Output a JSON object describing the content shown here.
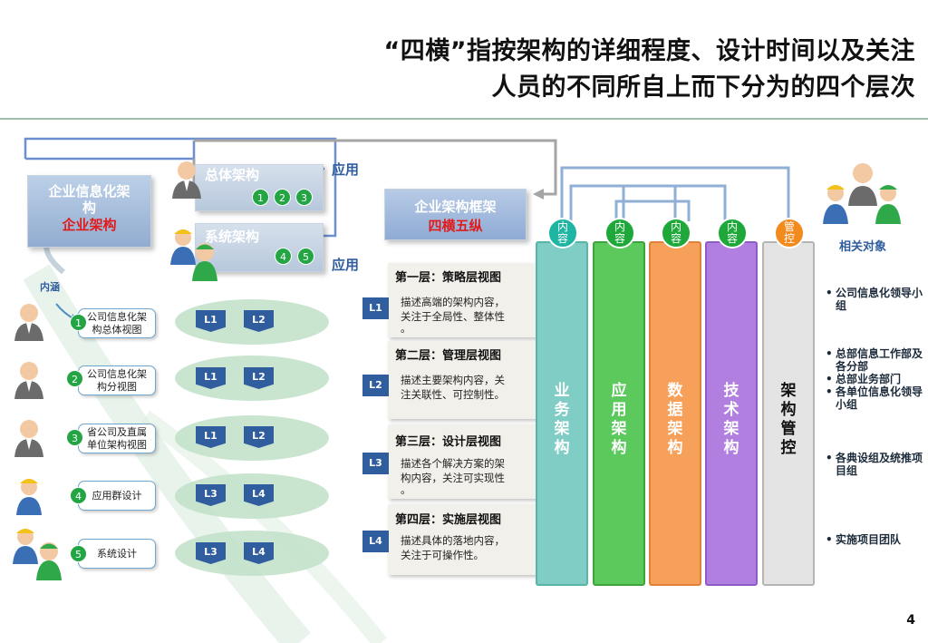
{
  "title": {
    "line1": "“四横”指按架构的详细程度、设计时间以及关注",
    "line2": "人员的不同所自上而下分为的四个层次"
  },
  "page_number": "4",
  "concept": {
    "main_line1": "企业信息化架",
    "main_line2": "构",
    "main_sub": "企业架构",
    "overall": "总体架构",
    "system": "系统架构",
    "framework": "企业架构框架",
    "framework_sub": "四横五纵",
    "apply1": "应用",
    "apply2": "应用",
    "connotation": "内涵",
    "overall_nums": [
      "1",
      "2",
      "3"
    ],
    "system_nums": [
      "4",
      "5"
    ]
  },
  "views": [
    {
      "num": "1",
      "label_lines": [
        "公司信息化架",
        "构总体视图"
      ],
      "l_a": "L1",
      "l_b": "L2"
    },
    {
      "num": "2",
      "label_lines": [
        "公司信息化架",
        "构分视图"
      ],
      "l_a": "L1",
      "l_b": "L2"
    },
    {
      "num": "3",
      "label_lines": [
        "省公司及直属",
        "单位架构视图"
      ],
      "l_a": "L1",
      "l_b": "L2"
    },
    {
      "num": "4",
      "label_lines": [
        "应用群设计",
        ""
      ],
      "l_a": "L3",
      "l_b": "L4"
    },
    {
      "num": "5",
      "label_lines": [
        "系统设计",
        ""
      ],
      "l_a": "L3",
      "l_b": "L4"
    }
  ],
  "layers": [
    {
      "chip": "L1",
      "title": "第一层：策略层视图",
      "desc": [
        "描述高端的架构内容，",
        "关注于全局性、整体性",
        "。"
      ]
    },
    {
      "chip": "L2",
      "title": "第二层：管理层视图",
      "desc": [
        "描述主要架构内容，关",
        "注关联性、可控制性。"
      ]
    },
    {
      "chip": "L3",
      "title": "第三层：设计层视图",
      "desc": [
        "描述各个解决方案的架",
        "构内容，关注可实现性",
        "。"
      ]
    },
    {
      "chip": "L4",
      "title": "第四层：实施层视图",
      "desc": [
        "描述具体的落地内容，",
        "关注于可操作性。"
      ]
    }
  ],
  "columns": [
    {
      "label": [
        "业",
        "务",
        "架",
        "构"
      ],
      "circle": [
        "内",
        "容"
      ]
    },
    {
      "label": [
        "应",
        "用",
        "架",
        "构"
      ],
      "circle": [
        "内",
        "容"
      ]
    },
    {
      "label": [
        "数",
        "据",
        "架",
        "构"
      ],
      "circle": [
        "内",
        "容"
      ]
    },
    {
      "label": [
        "技",
        "术",
        "架",
        "构"
      ],
      "circle": [
        "内",
        "容"
      ]
    },
    {
      "label": [
        "架",
        "构",
        "管",
        "控"
      ],
      "circle": [
        "管",
        "控"
      ]
    }
  ],
  "colors": {
    "col1": "#7fcdc4",
    "col2": "#5cc95c",
    "col3": "#f7a05a",
    "col4": "#b07fe0",
    "col5": "#c7c7c7",
    "accent_blue": "#2f5d9e",
    "green_badge": "#23a544",
    "red_text": "#e01b1b"
  },
  "related": {
    "title": "相关对象",
    "groups": [
      [
        "公司信息化领导小组"
      ],
      [
        "总部信息工作部及各分部",
        "总部业务部门",
        "各单位信息化领导小组"
      ],
      [
        "各典设组及统推项目组"
      ],
      [
        "实施项目团队"
      ]
    ]
  }
}
